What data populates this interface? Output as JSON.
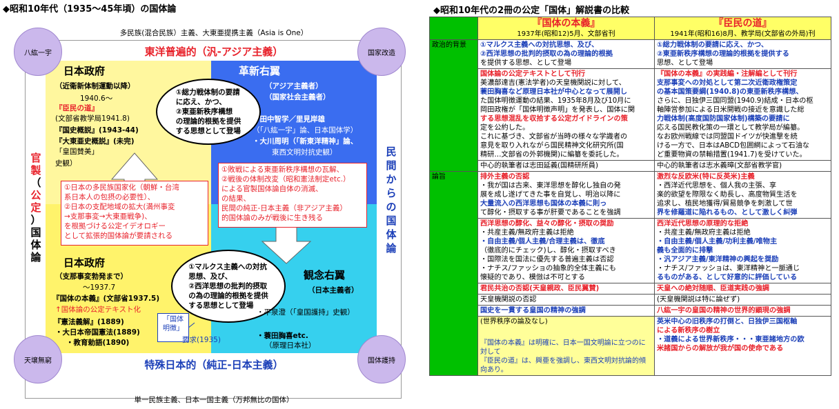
{
  "left": {
    "title": "◆昭和10年代（1935～45年頃）の国体論",
    "top_note": "多民族(混合民族）主義、大東亜提携主義（Asia is One）",
    "top_head": "東洋普遍的（汎-アジア主義）",
    "bot_head": "特殊日本的（純正-日本主義）",
    "bot_note": "単一民族主義、日本一国主義（万邦無比の国体）",
    "side_left": [
      "官",
      "製",
      "（",
      "公",
      "定",
      "）",
      "国",
      "体",
      "論"
    ],
    "side_right": [
      "民",
      "間",
      "か",
      "ら",
      "の",
      "国",
      "体",
      "論"
    ],
    "circles": {
      "tl": "八紘一宇",
      "tr": "国家改造",
      "bl": "天壌無窮",
      "br": "国体護持"
    },
    "tl": {
      "head": "日本政府",
      "l1": "（近衛新体制運動以降）",
      "l2": "1940.6～",
      "l3": "『臣民の道』",
      "l4": "(文部省教学局1941.8)",
      "l5": "『国史概説』(1943-44)",
      "l6": "『大東亜史概説』(未完)",
      "l7": "「皇国賛美」",
      "l8": "史観）"
    },
    "tr": {
      "head": "革新右翼",
      "l1": "（アジア主義者）",
      "l2": "（国家社会主義者）",
      "l3": "・田中智学／里見岸雄",
      "l4": "（「八紘一宇」論、日本国体学）",
      "l5": "・大川周明（「新東洋精神」論、",
      "l6": "東西文明対抗史観）"
    },
    "oval_top": [
      "①総力戦体制の要請",
      "に応え、かつ、",
      "②東亜新秩序構想",
      "の理論的根拠を提供",
      "する思想として登場"
    ],
    "redbox_mid": [
      "①日本の多民族国家化（朝鮮・台湾",
      "系日本人の包摂の必要性）、",
      "②日本の支配地域の拡大(満州事変",
      "→支那事変→大東亜戦争)、",
      "を根拠づける公定イデオロギー",
      "として拡張的国体論が要請される"
    ],
    "redbox_right": [
      "①敗戦による東亜新秩序構想の瓦解、",
      "②戦後の体制改変（昭和憲法制定etc.）",
      "による官製国体論自体の消滅、",
      "の結果、",
      "民間の純正-日本主義（非アジア主義）",
      "的国体論のみが戦後に生き残る"
    ],
    "bl": {
      "head": "日本政府",
      "l1": "（支那事変勃発まで）",
      "l2": "～1937.7",
      "l3": "『国体の本義』(文部省1937.5)",
      "l4": "↑国体論の公定テキスト化",
      "l5": "『憲法義解』(1889)",
      "l6": "・大日本帝国憲法(1889)",
      "l7": "・教育勅語(1890)"
    },
    "oval_bot": [
      "①マルクス主義への対抗",
      "思想、及び、",
      "②西洋思想の批判的摂取",
      "の為の理論的根拠を提供",
      "する思想として登場"
    ],
    "kokutai_box": [
      "「国体",
      "明徴」"
    ],
    "demand": "要求(1935)",
    "br": {
      "head": "観念右翼",
      "l1": "（日本主義者）",
      "l2": "・平泉澄（「皇国護持」史観）",
      "l3": "・蓑田胸喜etc.",
      "l4": "（原理日本社）"
    }
  },
  "right": {
    "title": "◆昭和10年代の2冊の公定「国体」解説書の比較",
    "col1_title": "『国体の本義』",
    "col1_sub": "1937年(昭和12)5月、文部省刊",
    "col2_title": "『臣民の道』",
    "col2_sub": "1941年(昭和16)8月、教学局(文部省の外局)刊",
    "row1_label": "政治的背景",
    "r1c1": [
      "①マルクス主義への対抗思想、及び、",
      "②西洋思想の批判的摂取の為の理論的根拠",
      "を提供する思想、として登場"
    ],
    "r1c2": [
      "①総力戦体制の要請に応え、かつ、",
      "②東亜新秩序構想の理論的根拠を提供する",
      "思想、として登場"
    ],
    "r2c1_head": "国体論の公定テキストとして刊行",
    "r2c1": [
      "美濃部達吉(憲法学者)の天皇機関説に対して、",
      "蓑田胸喜など原理日本社が中心となって展開し",
      "た国体明徴運動の結果、1935年8月及び10月に",
      "岡田政権が「国体明徴声明」を発表し、国体に関",
      "する思想混乱を収拾する公定ガイドラインの策",
      "定を公約した。",
      "これに基づき、文部省が当時の様々な学識者の",
      "意見を取り入れながら国民精神文化研究所(国",
      "精研…文部省の外郭機関)に編纂を委託した。"
    ],
    "r2c2_head": "『国体の本義』の実践編・注解編として刊行",
    "r2c2": [
      "支那事変への対処として第二次近衛政権策定",
      "の基本国策要綱(1940.8)の東亜新秩序構想、",
      "さらに、日独伊三国同盟(1940.9)結成・日本の枢",
      "軸陣営参加による日米開戦の接近を意識した総",
      "力戦体制(高度国防国家体制)構築の要請に",
      "応える国民教化策の一環として教学局が編纂。",
      "なお欧州戦線では同盟国ドイツが快進撃を続",
      "ける一方で、日本はABCD包囲網によって石油な",
      "ど重要物資の禁輸措置(1941.7)を受けていた。"
    ],
    "r3c1": "中心的執筆者は志田延義(国精研所員)",
    "r3c2": "中心的執筆者は志水義暲(文部省教学官)",
    "row4_label": "論旨",
    "r4c1_head": "排外主義の否認",
    "r4c1": [
      "・我が国は古来、東洋思想を醇化し独自の発",
      "展を成し遂げてきた事を自覚し、明治以降に",
      "大量流入の西洋思想も国体の本義に則っ",
      "て醇化・摂取する事が肝要であることを強調"
    ],
    "r4c2_head": "激烈な反欧米(特に反英米)主義",
    "r4c2": [
      "・西洋近代思想を、個人我の主張、享",
      "楽的欲望を際限なく助長し、高度物質生活を",
      "追求し、植民地獲得/貿易競争を刺激して世",
      "界を修羅道に陥れるもの、として激しく糾弾"
    ],
    "r5c1_head": "西洋思想の醇化、益々の醇化・摂取の奨励",
    "r5c1": [
      "・共産主義/無政府主義は拒絶",
      "・自由主義/個人主義/合理主義は、徹底",
      "（徹底的にチェック)し、醇化・摂取すべき",
      "・国際法を国法に優先する普遍主義は否認",
      "・ナチス/ファッショの抽象的全体主義にも",
      "懐疑的であり、模倣は不可とする"
    ],
    "r5c2_head": "西洋近代思想の原理的な拒絶",
    "r5c2": [
      "・共産主義/無政府主義は拒絶",
      "・自由主義/個人主義/功利主義/唯物主",
      "義も全面的に排撃",
      "・汎アジア主義/東洋精神の興起を奨励",
      "・ナチス/ファッショは、東洋精神と一脈通じ",
      "るものがある、として好意的に評価している"
    ],
    "r6c1": "君民共治の否認(天皇親政、臣民翼賛)",
    "r6c2": "天皇への絶対随順、臣道実践の強調",
    "r7c1": "天皇機関説の否認",
    "r7c2": "(天皇機関説は特に論ぜず)",
    "r8c1": "国史を一貫する皇国の精神の強調",
    "r8c2": "八紘一宇の皇国の精神の世界的顕現の強調",
    "r9c1": "(世界秩序の論及なし)",
    "r9c2": [
      "英米中心の旧秩序の打倒と、日独伊三国枢軸",
      "による新秩序の樹立",
      "・道義による世界新秩序・・・東亜諸地方の欧",
      "米諸国からの解放が我が国の使命である"
    ],
    "footnote": [
      "『国体の本義』は明確に、日本一国文明論に立つのに対して",
      "『臣民の道』は、興亜を強調し、東西文明対抗論的傾向あり。"
    ]
  }
}
